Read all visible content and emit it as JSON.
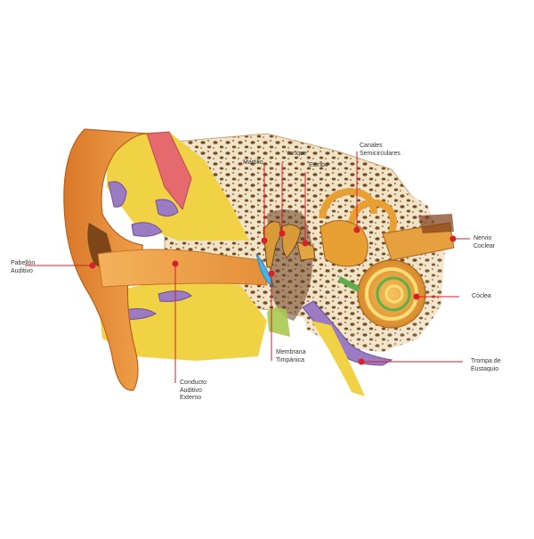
{
  "colors": {
    "label_line": "#d6202b",
    "label_text": "#333333",
    "skin": "#e8933a",
    "canal": "#f0a94e",
    "fat": "#f3d23a",
    "bone": "#f1e6cf",
    "cochlea": "#e8a035",
    "eardrum": "#4ab3e6",
    "eustachian": "#8a6fb5",
    "muscle": "#e46a6f"
  },
  "labels": {
    "pabellon": "Pabellón\nAuditivo",
    "conducto": "Conducto\nAuditivo\nExterno",
    "martillo": "Martillo",
    "yunque": "Yunque",
    "estribo": "Estribo",
    "canales": "Canales\nSemicirculares",
    "nervio": "Nervio\nCoclear",
    "coclea": "Cóclea",
    "membrana": "Membrana\nTimpánica",
    "trompa": "Trompa de\nEustaquio"
  }
}
